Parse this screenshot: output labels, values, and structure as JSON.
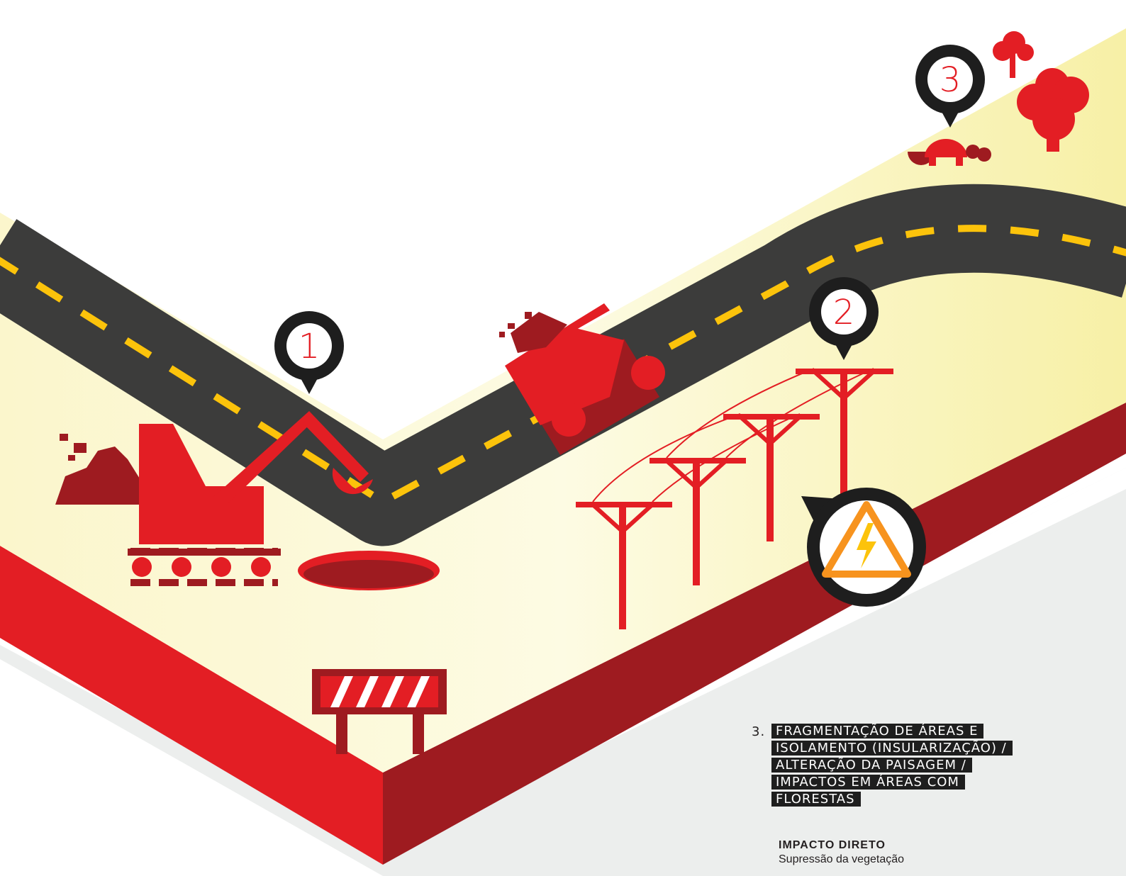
{
  "colors": {
    "red": "#e31e24",
    "dark_red": "#9e1b20",
    "road": "#3c3c3b",
    "lane_line": "#fcc30b",
    "cream": "#fbf7cf",
    "ground_grey": "#eceeed",
    "pin": "#1e1e1e",
    "warning": "#f7931e"
  },
  "pins": [
    {
      "number": "1"
    },
    {
      "number": "2"
    },
    {
      "number": "3"
    }
  ],
  "impact": {
    "index": "3.",
    "title": "FRAGMENTAÇÃO DE ÁREAS E ISOLAMENTO (INSULARIZAÇÃO) / ALTERAÇÃO DA PAISAGEM / IMPACTOS EM ÁREAS COM FLORESTAS",
    "type_label": "IMPACTO DIRETO",
    "description": "Supressão da vegetação"
  },
  "icons": [
    "excavator-icon",
    "dump-truck-icon",
    "power-line-icon",
    "electrical-hazard-icon",
    "road-barrier-icon",
    "tree-icon",
    "turtle-icon",
    "rubble-icon",
    "hole-icon"
  ]
}
